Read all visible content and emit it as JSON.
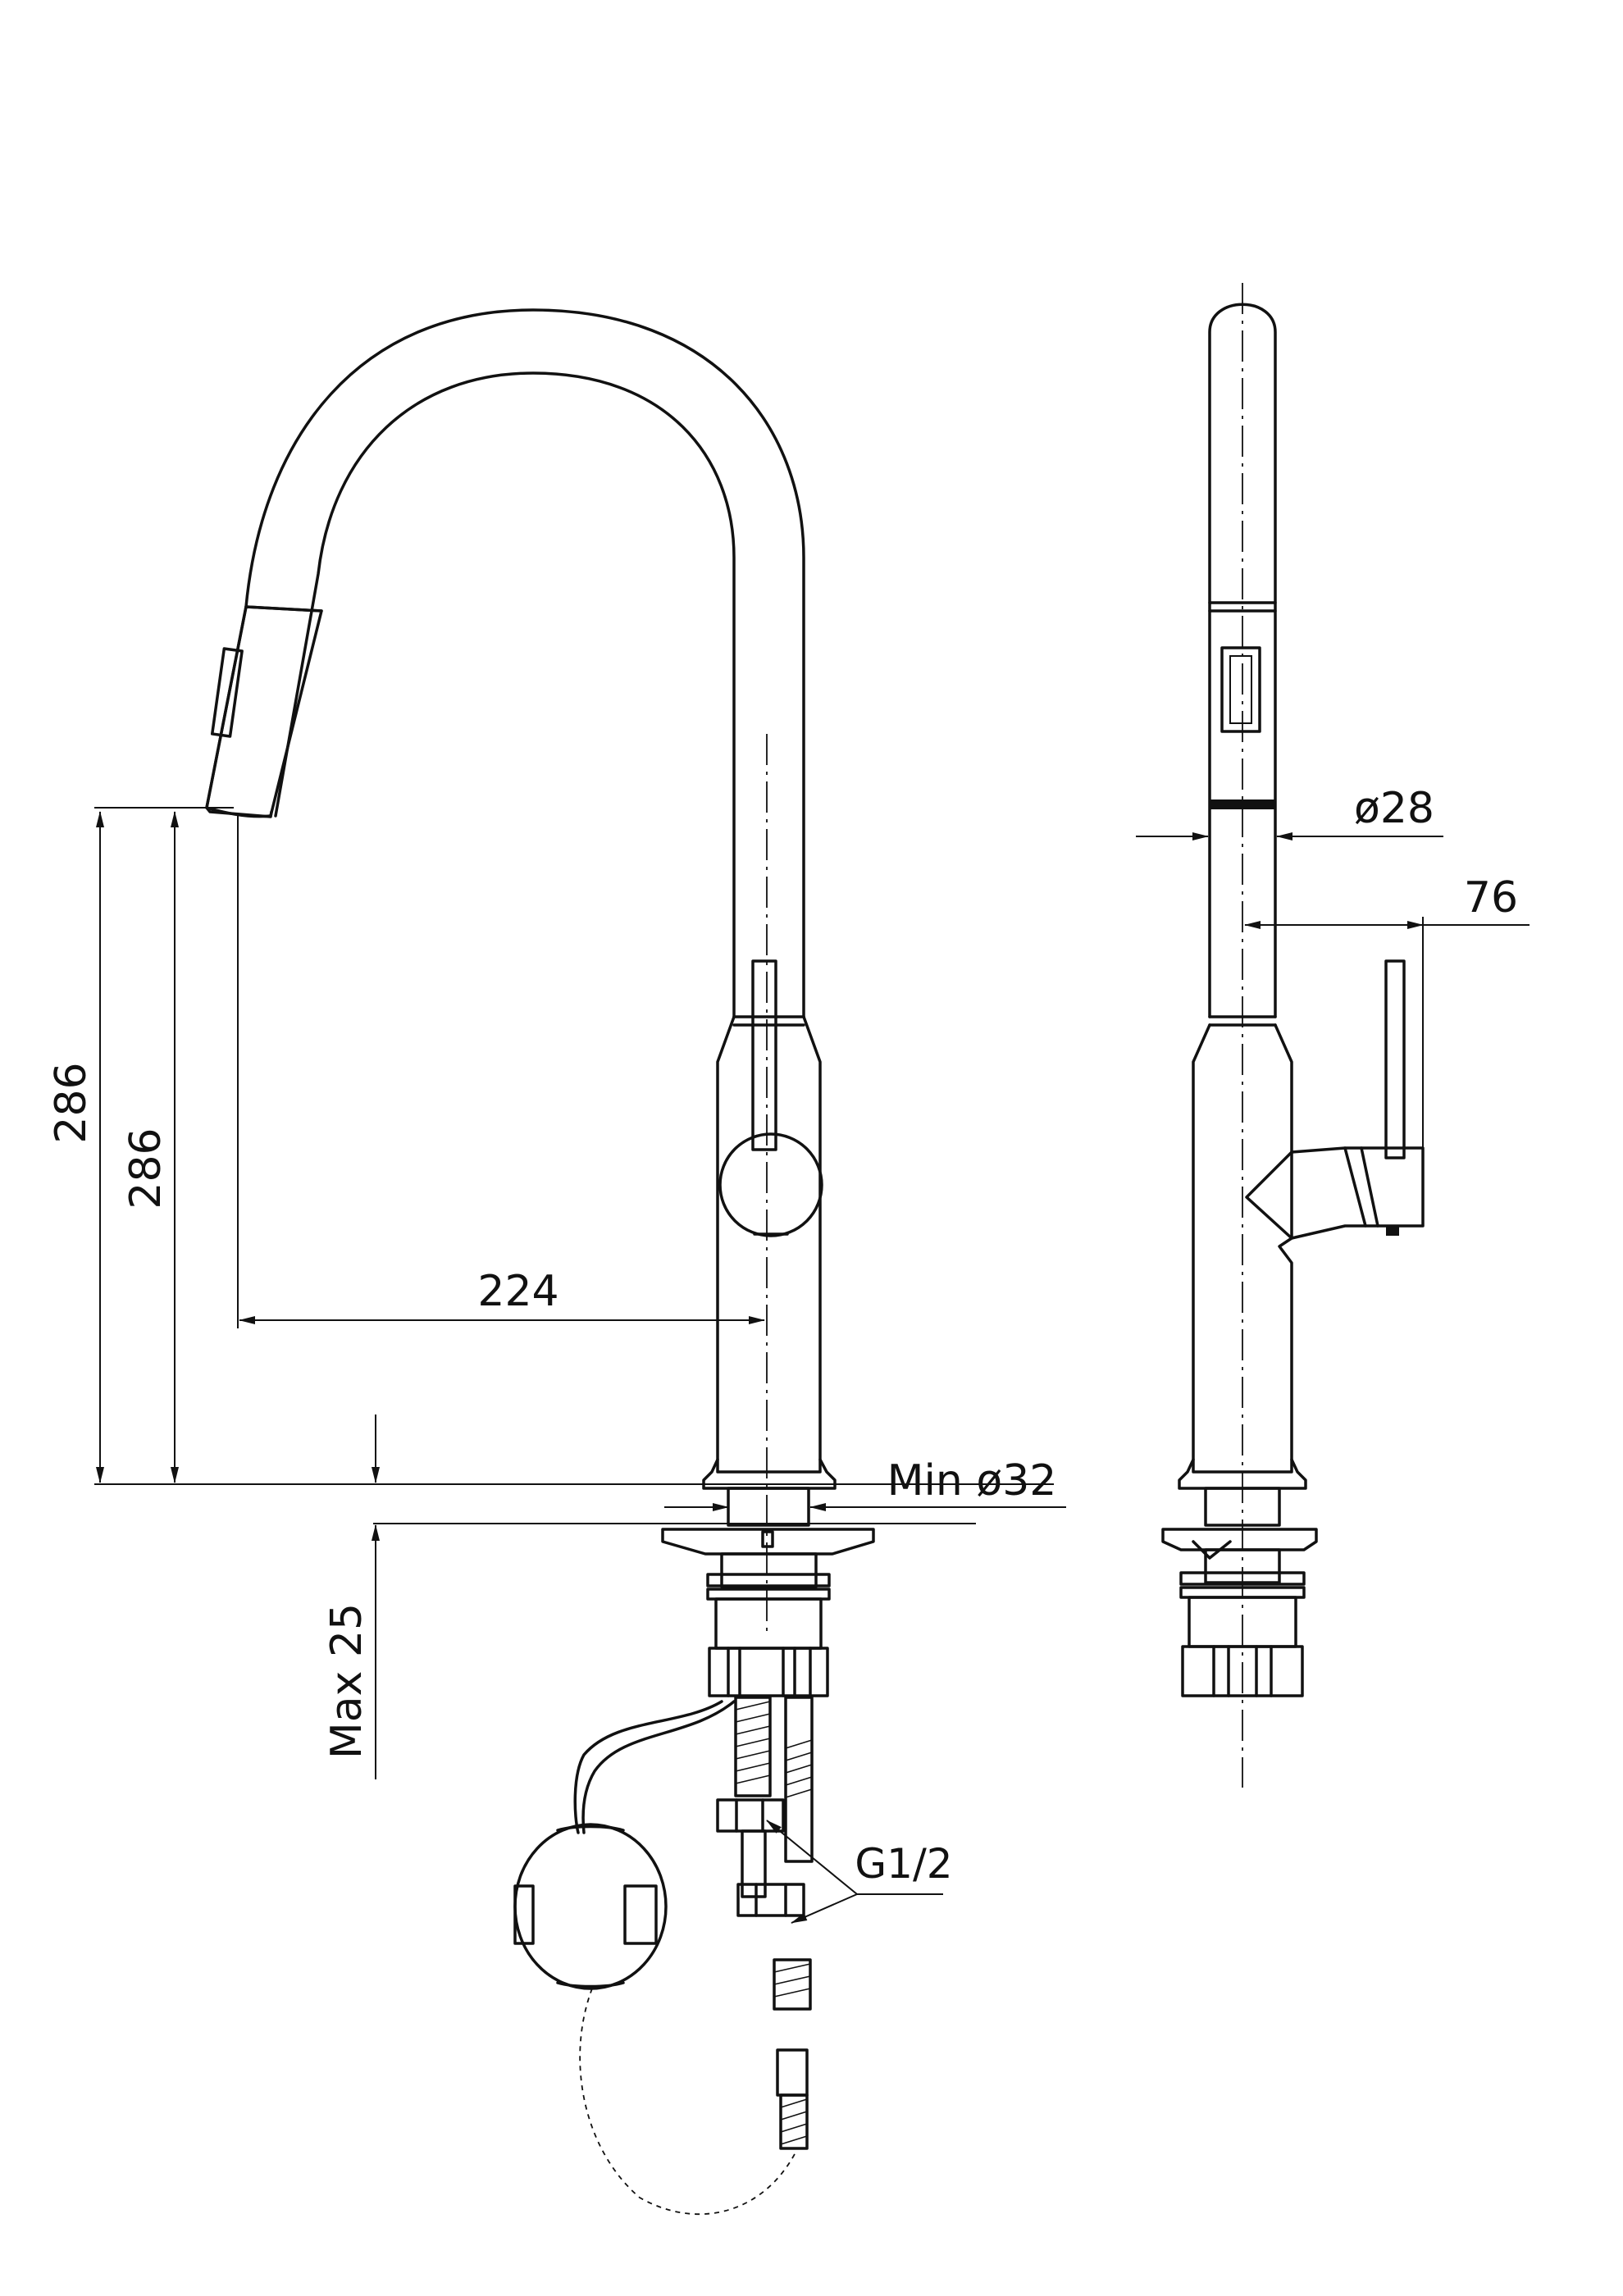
{
  "dimensions": {
    "height_outer": "286",
    "height_inner": "286",
    "reach": "224",
    "min_hole": "Min ø32",
    "max_deck": "Max 25",
    "spout_dia": "ø28",
    "handle_offset": "76",
    "thread": "G1/2"
  }
}
